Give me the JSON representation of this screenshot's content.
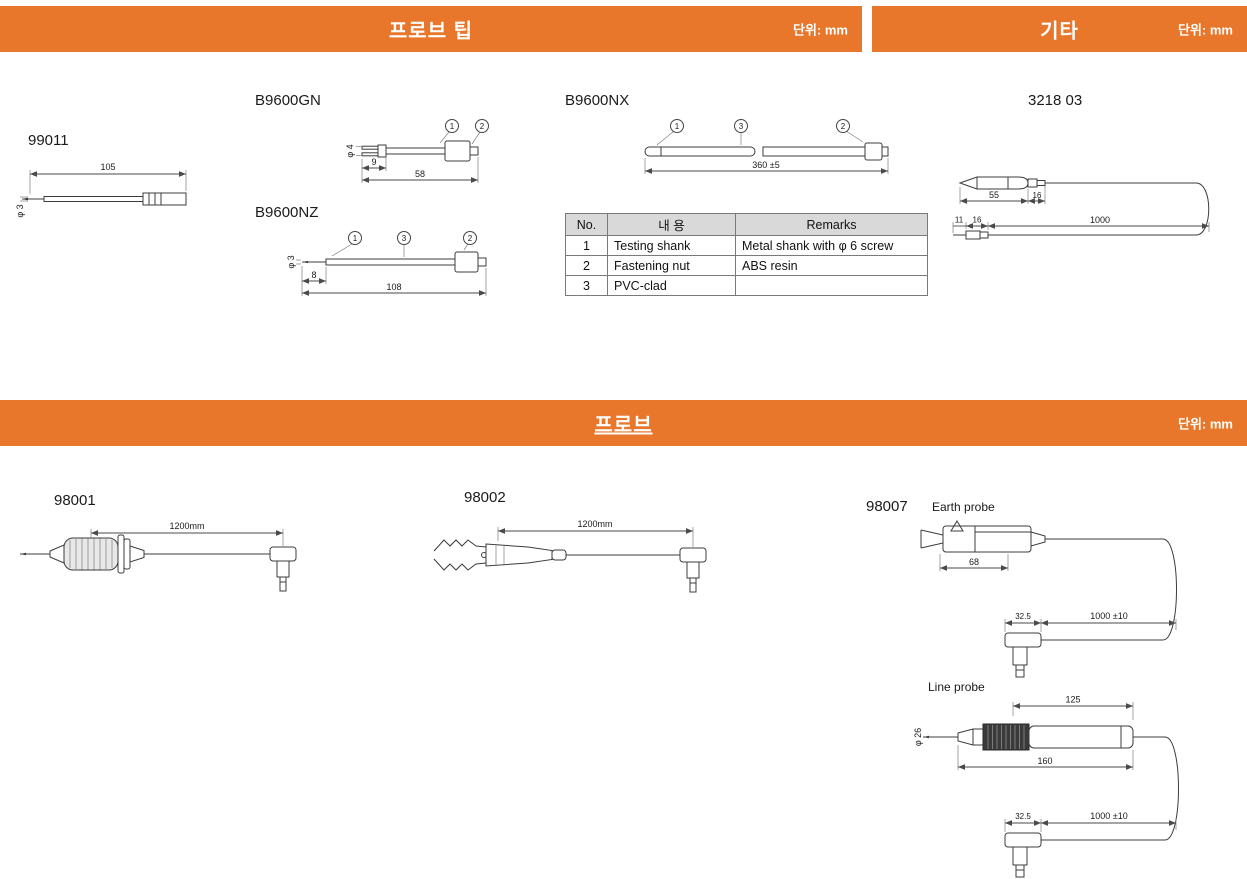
{
  "colors": {
    "accent": "#E8762B",
    "table_header_bg": "#D9D9D9"
  },
  "headers": {
    "probe_tip": {
      "title": "프로브 팁",
      "unit": "단위: mm"
    },
    "etc": {
      "title": "기타",
      "unit": "단위: mm"
    },
    "probe": {
      "title": "프로브",
      "unit": "단위: mm"
    }
  },
  "probe_tip_section": {
    "item_99011": {
      "label": "99011",
      "dim_length": "105",
      "dim_dia": "φ 3"
    },
    "item_b9600gn": {
      "label": "B9600GN",
      "dim_dia": "φ 4",
      "dim_tip": "9",
      "dim_total": "58",
      "callout_1": "1",
      "callout_2": "2"
    },
    "item_b9600nz": {
      "label": "B9600NZ",
      "dim_dia": "φ 3",
      "dim_tip": "8",
      "dim_total": "108",
      "callout_1": "1",
      "callout_3": "3",
      "callout_2": "2"
    },
    "item_b9600nx": {
      "label": "B9600NX",
      "dim_total": "360 ±5",
      "callout_1": "1",
      "callout_3": "3",
      "callout_2": "2"
    },
    "parts_table": {
      "headers": {
        "no": "No.",
        "content": "내 용",
        "remarks": "Remarks"
      },
      "rows": [
        {
          "no": "1",
          "content": "Testing shank",
          "remarks": "Metal shank with φ 6 screw"
        },
        {
          "no": "2",
          "content": "Fastening nut",
          "remarks": "ABS resin"
        },
        {
          "no": "3",
          "content": "PVC-clad",
          "remarks": ""
        }
      ]
    }
  },
  "etc_section": {
    "item_3218_03": {
      "label": "3218 03",
      "dim_body": "55",
      "dim_neck": "16",
      "dim_plug_tip": "11",
      "dim_plug_body": "16",
      "dim_cable": "1000"
    }
  },
  "probe_section": {
    "item_98001": {
      "label": "98001",
      "dim_cable": "1200mm"
    },
    "item_98002": {
      "label": "98002",
      "dim_cable": "1200mm"
    },
    "item_98007": {
      "label": "98007",
      "earth_probe": {
        "title": "Earth probe",
        "dim_clip": "68",
        "dim_plug": "32.5",
        "dim_cable": "1000 ±10"
      },
      "line_probe": {
        "title": "Line probe",
        "dim_handle": "125",
        "dim_dia": "φ 26",
        "dim_total": "160",
        "dim_plug": "32.5",
        "dim_cable": "1000 ±10"
      }
    }
  }
}
